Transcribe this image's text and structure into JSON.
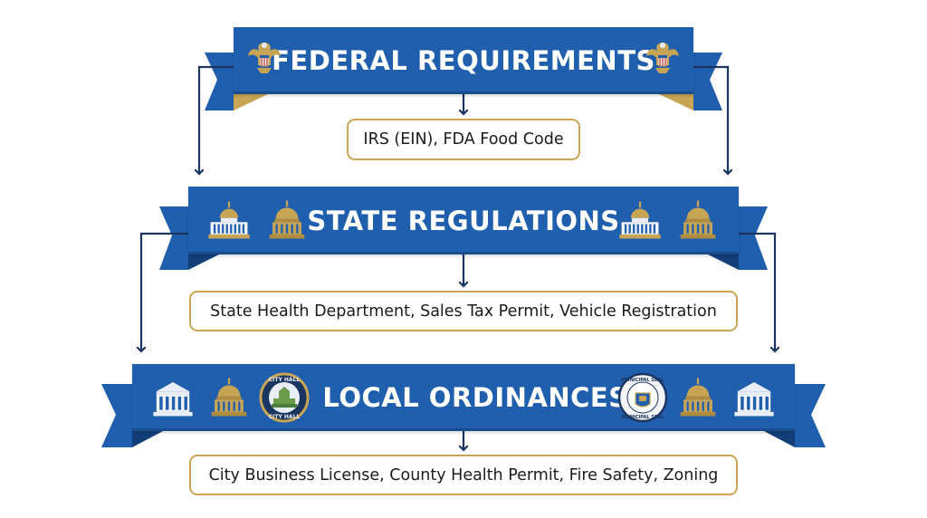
{
  "levels": [
    {
      "title": "FEDERAL REQUIREMENTS",
      "requirements": "IRS (EIN), FDA Food Code",
      "icons": [
        "federal-eagle-seal-icon",
        "federal-eagle-seal-icon"
      ]
    },
    {
      "title": "STATE REGULATIONS",
      "requirements": "State Health Department, Sales Tax Permit, Vehicle Registration",
      "icons": [
        "state-capitol-icon",
        "state-capitol-icon",
        "state-capitol-icon",
        "state-capitol-icon"
      ]
    },
    {
      "title": "LOCAL ORDINANCES",
      "requirements": "City Business License, County Health Permit, Fire Safety, Zoning",
      "icons": [
        "city-hall-building-icon",
        "capitol-dome-icon",
        "city-hall-seal-icon",
        "municipal-seal-icon",
        "capitol-dome-icon",
        "city-hall-building-icon"
      ]
    }
  ],
  "seal_text": {
    "city_hall": "CITY HALL",
    "municipal": "MUNICIPAL SEAL"
  },
  "colors": {
    "banner": "#1f5fae",
    "banner_dark": "#123f7a",
    "gold": "#c8a554",
    "arrow": "#1a3560"
  }
}
